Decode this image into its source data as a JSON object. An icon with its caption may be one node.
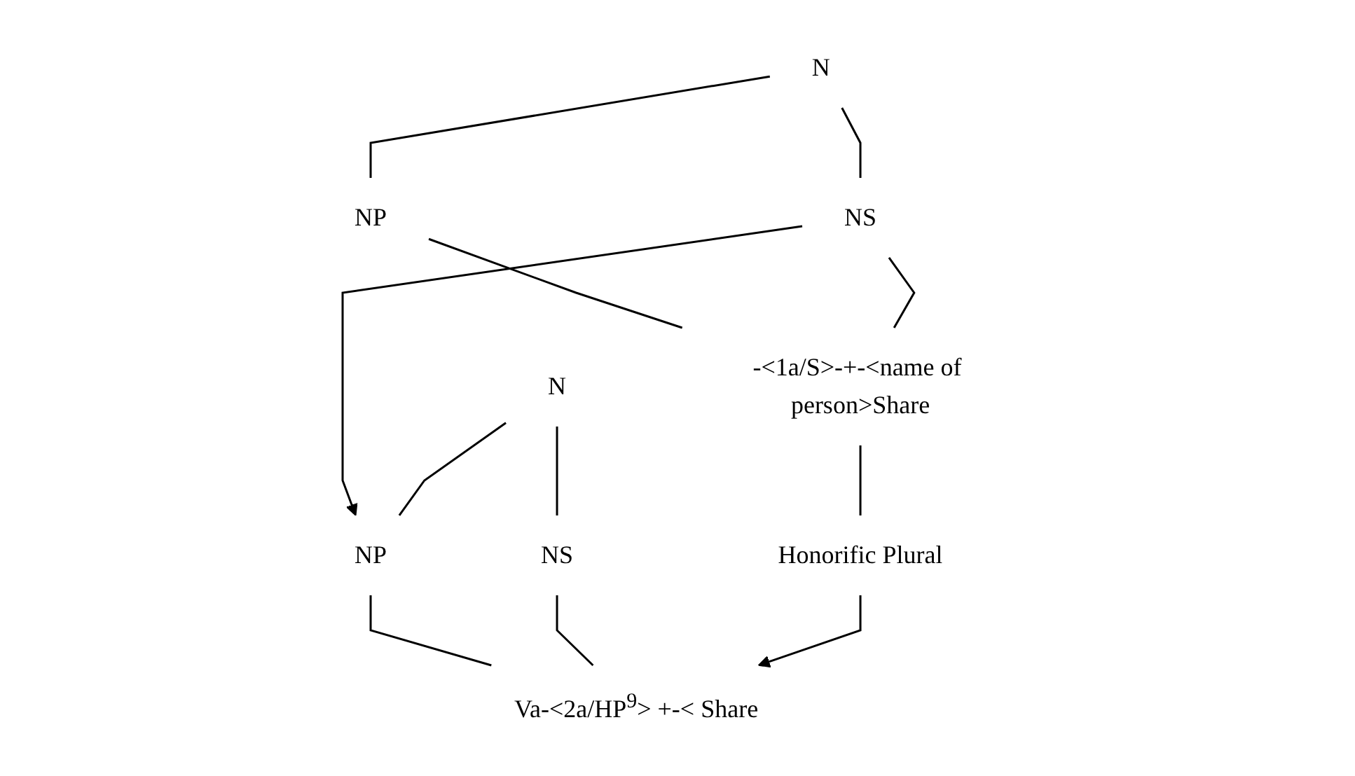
{
  "diagram": {
    "nodes": [
      {
        "text": [
          "N"
        ]
      },
      {
        "text": [
          "NP"
        ]
      },
      {
        "text": [
          "NS"
        ]
      },
      {
        "text": [
          "-<1a/S>-+-<name of person>Share"
        ]
      },
      {
        "text": [
          "N"
        ]
      },
      {
        "text": [
          "NP"
        ]
      },
      {
        "text": [
          "NS"
        ]
      },
      {
        "text": [
          "Va-<2a/HP$^{9}$> +-< Share"
        ]
      },
      {
        "text": [
          "Honorific Plural"
        ]
      }
    ],
    "edges": [
      {
        "from": 0,
        "to": 1,
        "arrow": "none"
      },
      {
        "from": 0,
        "to": 2,
        "arrow": "none"
      },
      {
        "from": 1,
        "to": 3,
        "arrow": "none"
      },
      {
        "from": 2,
        "to": 3,
        "arrow": "none"
      },
      {
        "from": 2,
        "to": 5,
        "arrow": "to"
      },
      {
        "from": 4,
        "to": 5,
        "arrow": "none"
      },
      {
        "from": 4,
        "to": 6,
        "arrow": "none"
      },
      {
        "from": 5,
        "to": 7,
        "arrow": "none"
      },
      {
        "from": 6,
        "to": 7,
        "arrow": "none"
      },
      {
        "from": 3,
        "to": 8,
        "arrow": "none"
      },
      {
        "from": 8,
        "to": 7,
        "arrow": "to"
      }
    ]
  }
}
